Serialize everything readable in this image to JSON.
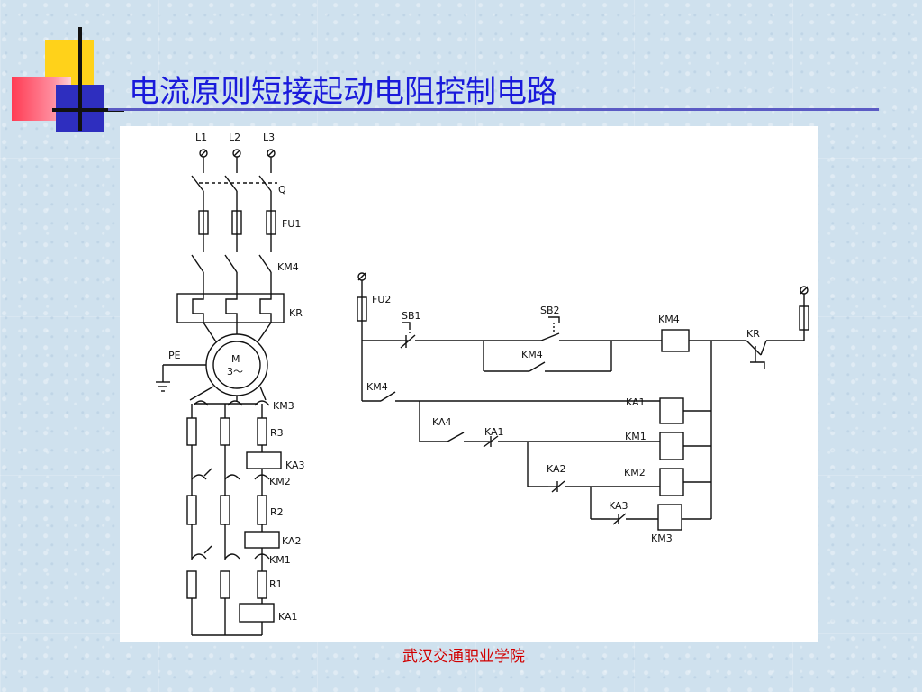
{
  "slide": {
    "title": "电流原则短接起动电阻控制电路",
    "footer": "武汉交通职业学院"
  },
  "diagram": {
    "labels": {
      "l1": "L1",
      "l2": "L2",
      "l3": "L3",
      "q": "Q",
      "fu1": "FU1",
      "km4_main": "KM4",
      "kr_main": "KR",
      "pe": "PE",
      "motor_m": "M",
      "motor_phase": "3～",
      "km3_main": "KM3",
      "r3": "R3",
      "ka3_coil": "KA3",
      "km2_main": "KM2",
      "r2": "R2",
      "ka2_coil": "KA2",
      "km1_main": "KM1",
      "r1": "R1",
      "ka1_coil": "KA1",
      "fu2": "FU2",
      "sb1": "SB1",
      "sb2": "SB2",
      "km4_coil": "KM4",
      "km4_hold": "KM4",
      "kr_contact": "KR",
      "km4_branch": "KM4",
      "ka_coil": "KA1",
      "ka4_contact": "KA4",
      "ka1_contact": "KA1",
      "km_coil_1": "KM1",
      "ka2_contact": "KA2",
      "km2_coil": "KM2",
      "ka3_contact": "KA3",
      "km3_coil": "KM3"
    }
  }
}
